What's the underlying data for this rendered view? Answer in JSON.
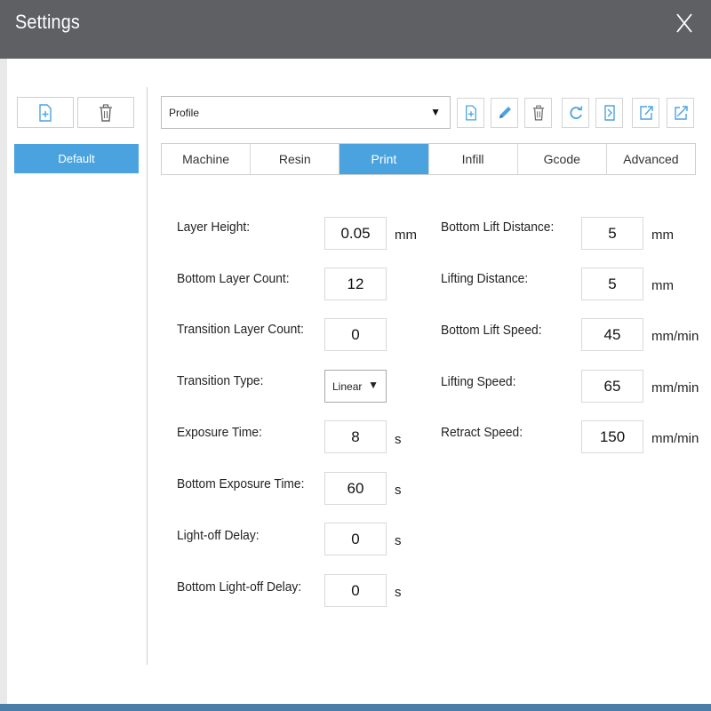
{
  "window": {
    "title": "Settings",
    "close_glyph": "✕"
  },
  "left_panel": {
    "profiles": [
      {
        "label": "Default",
        "selected": true
      }
    ],
    "add_icon": "add-file-icon",
    "delete_icon": "trash-icon"
  },
  "profile_select": {
    "value": "Profile",
    "arrow": "▼"
  },
  "toolbar": {
    "icons": [
      "add-file-icon",
      "edit-pencil-icon",
      "trash-icon",
      "refresh-icon",
      "import-icon",
      "export-icon",
      "export-all-icon"
    ]
  },
  "tabs": [
    {
      "label": "Machine",
      "active": false
    },
    {
      "label": "Resin",
      "active": false
    },
    {
      "label": "Print",
      "active": true
    },
    {
      "label": "Infill",
      "active": false
    },
    {
      "label": "Gcode",
      "active": false
    },
    {
      "label": "Advanced",
      "active": false
    }
  ],
  "print": {
    "layer_height": {
      "label": "Layer Height:",
      "value": "0.05",
      "unit": "mm"
    },
    "bottom_layer_count": {
      "label": "Bottom Layer Count:",
      "value": "12"
    },
    "transition_layer_count": {
      "label": "Transition Layer Count:",
      "value": "0"
    },
    "transition_type": {
      "label": "Transition Type:",
      "value": "Linear",
      "arrow": "▼"
    },
    "exposure_time": {
      "label": "Exposure Time:",
      "value": "8",
      "unit": "s"
    },
    "bottom_exposure_time": {
      "label": "Bottom Exposure Time:",
      "value": "60",
      "unit": "s"
    },
    "light_off_delay": {
      "label": "Light-off Delay:",
      "value": "0",
      "unit": "s"
    },
    "bottom_light_off_delay": {
      "label": "Bottom Light-off Delay:",
      "value": "0",
      "unit": "s"
    },
    "bottom_lift_distance": {
      "label": "Bottom Lift Distance:",
      "value": "5",
      "unit": "mm"
    },
    "lifting_distance": {
      "label": "Lifting Distance:",
      "value": "5",
      "unit": "mm"
    },
    "bottom_lift_speed": {
      "label": "Bottom Lift Speed:",
      "value": "45",
      "unit": "mm/min"
    },
    "lifting_speed": {
      "label": "Lifting Speed:",
      "value": "65",
      "unit": "mm/min"
    },
    "retract_speed": {
      "label": "Retract Speed:",
      "value": "150",
      "unit": "mm/min"
    }
  },
  "colors": {
    "accent": "#4aa3df",
    "titlebar": "#5e6063",
    "background": "#ffffff"
  }
}
